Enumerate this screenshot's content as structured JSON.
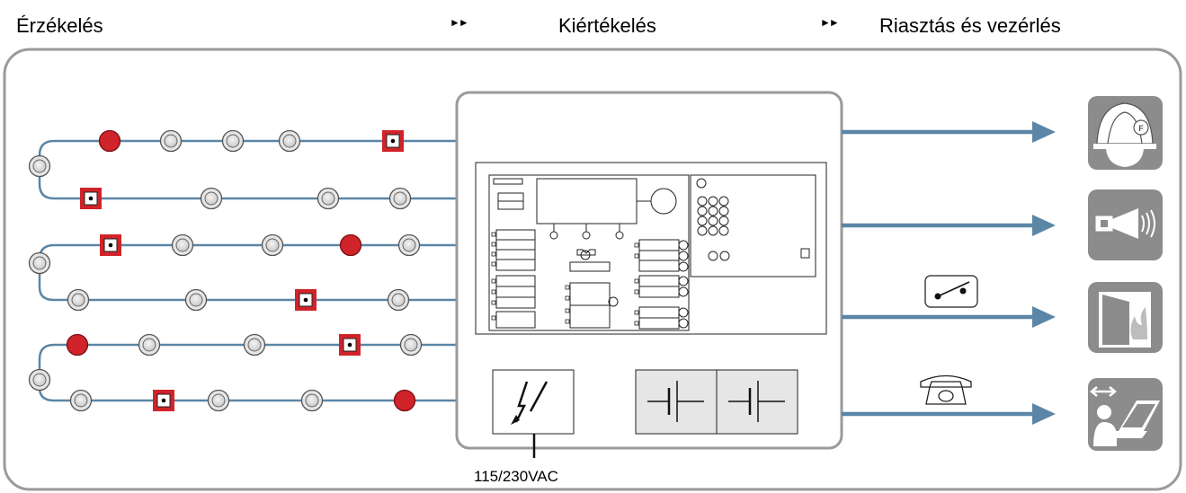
{
  "header": {
    "stage_detection": "Érzékelés",
    "stage_evaluation": "Kiértékelés",
    "stage_alarm": "Riasztás és vezérlés",
    "flow_arrow": "►►"
  },
  "power": {
    "label": "115/230VAC"
  },
  "colors": {
    "line_blue": "#5b86a6",
    "alarm_red": "#d0232a",
    "frame_gray": "#9a9a9a",
    "output_gray": "#8c8c8c"
  },
  "outputs": [
    {
      "icon": "firefighter-helmet-icon"
    },
    {
      "icon": "siren-horn-icon"
    },
    {
      "icon": "fire-door-icon",
      "control_icon": "switch-contact-icon"
    },
    {
      "icon": "service-technician-icon",
      "control_icon": "telephone-icon"
    }
  ]
}
